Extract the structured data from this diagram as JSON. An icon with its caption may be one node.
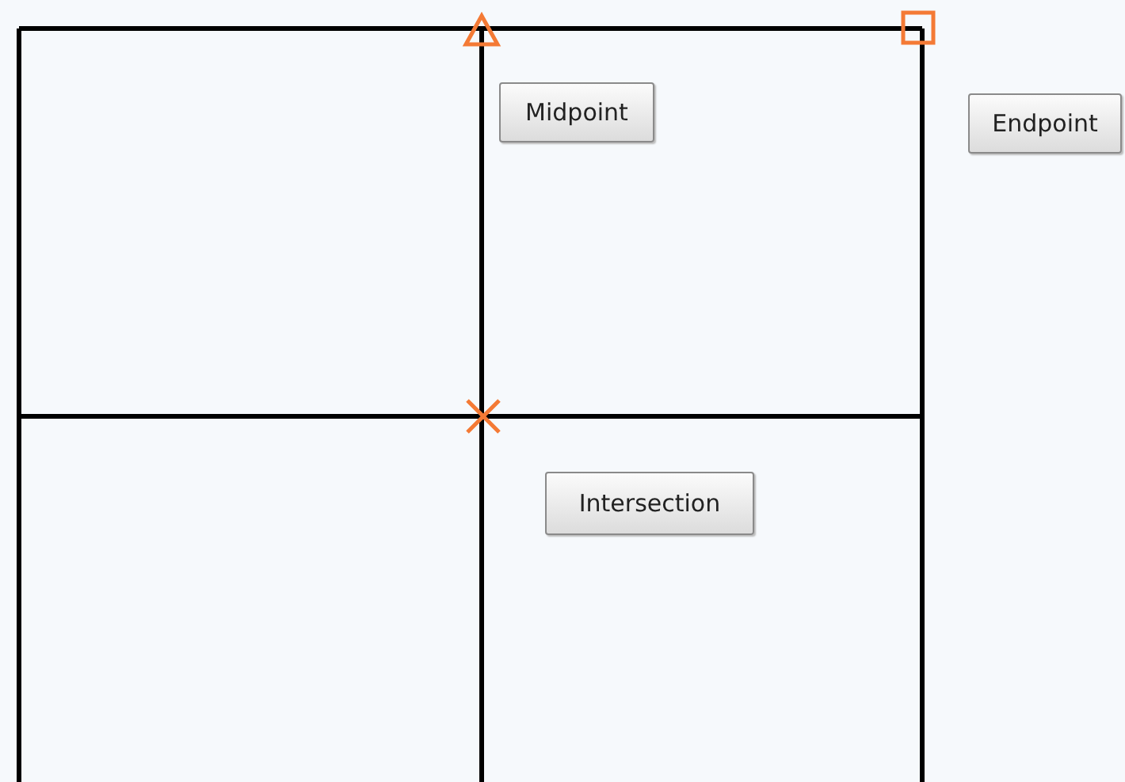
{
  "diagram": {
    "nodes": [
      {
        "text": [
          "Midpoint"
        ]
      },
      {
        "text": [
          "Endpoint"
        ]
      },
      {
        "text": [
          "Intersection"
        ]
      }
    ]
  }
}
